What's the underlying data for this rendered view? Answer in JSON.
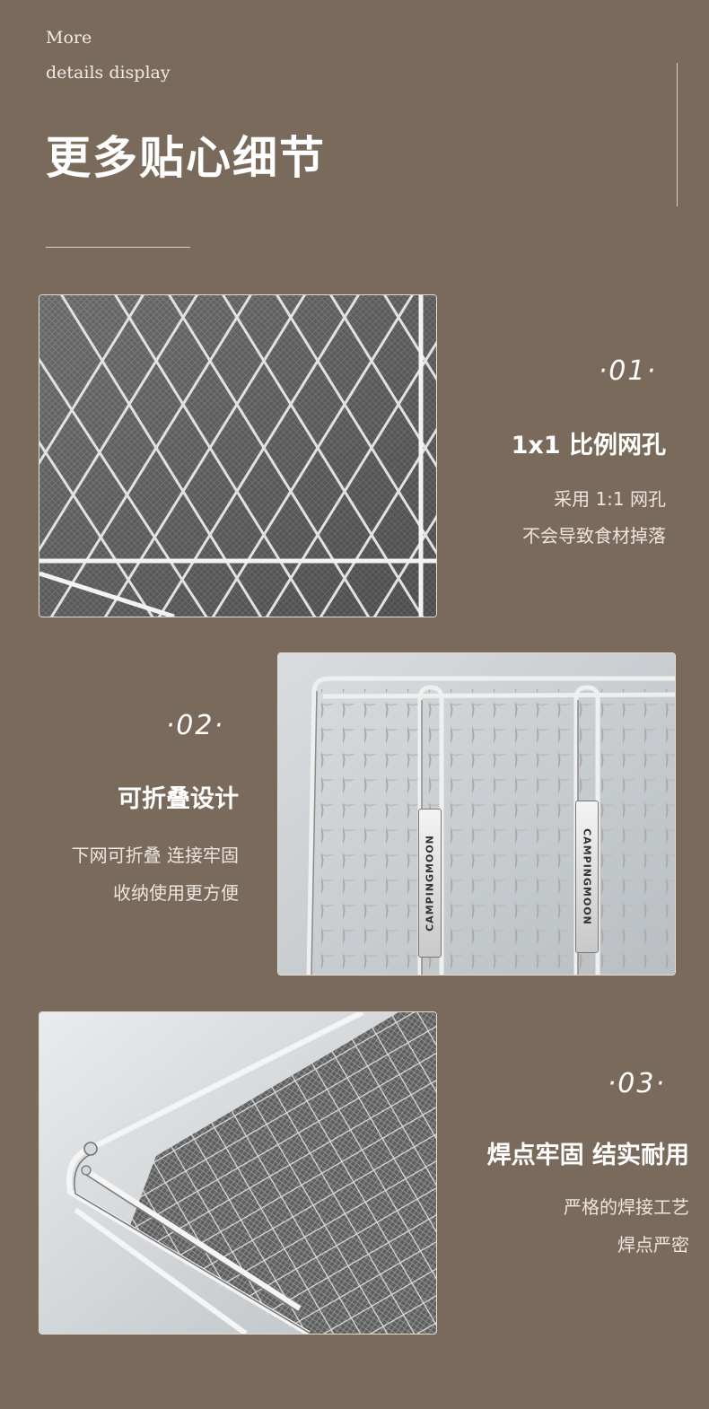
{
  "header": {
    "en_line1": "More",
    "en_line2": "details display",
    "title": "更多贴心细节"
  },
  "features": [
    {
      "number": "·01·",
      "title": "1x1 比例网孔",
      "desc_lines": [
        "采用 1:1 网孔",
        "不会导致食材掉落"
      ]
    },
    {
      "number": "·02·",
      "title": "可折叠设计",
      "desc_lines": [
        "下网可折叠 连接牢固",
        "收纳使用更方便"
      ]
    },
    {
      "number": "·03·",
      "title": "焊点牢固 结实耐用",
      "desc_lines": [
        "严格的焊接工艺",
        "焊点严密"
      ]
    }
  ],
  "brand": "CAMPINGMOON",
  "colors": {
    "background": "#7a6a5b",
    "text": "#ffffff",
    "steel": "#c8c8c8"
  }
}
